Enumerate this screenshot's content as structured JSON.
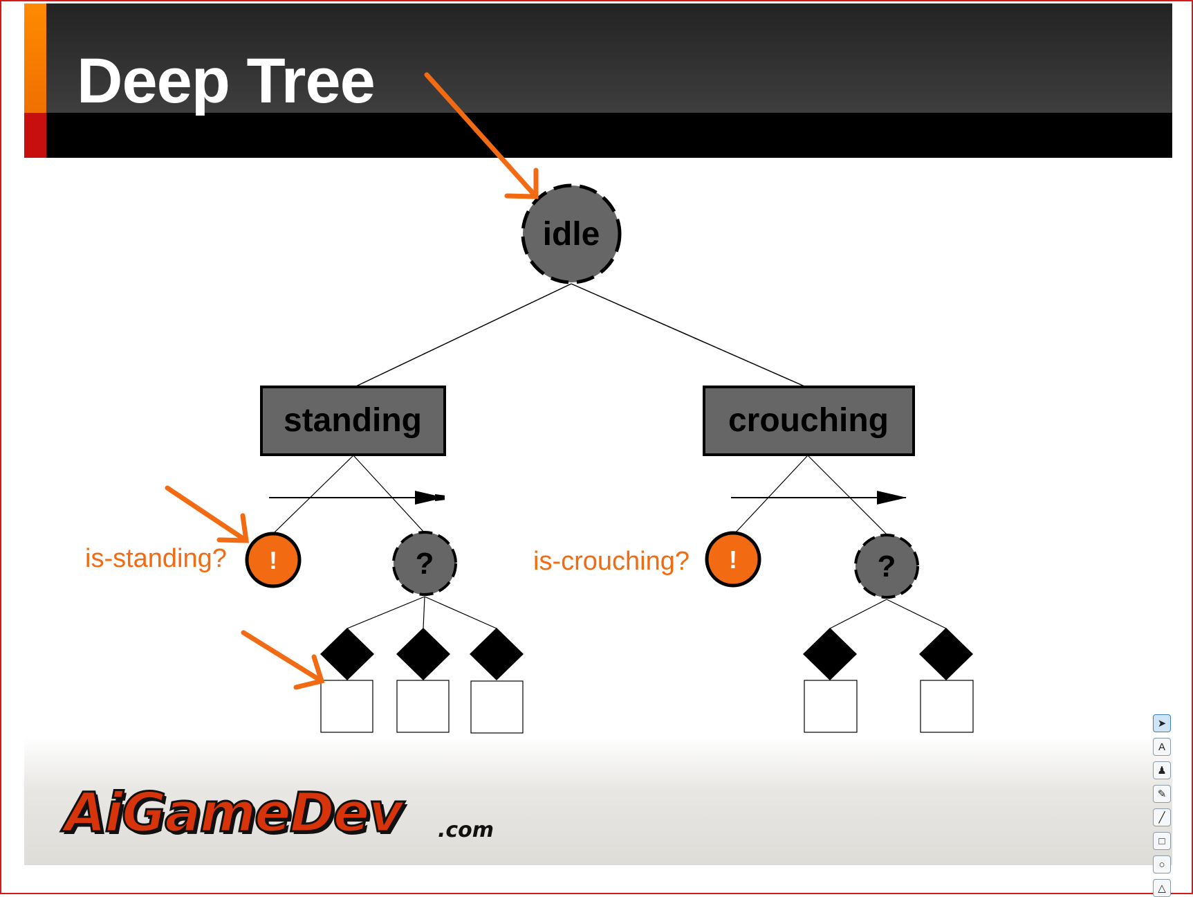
{
  "slide": {
    "title": "Deep Tree"
  },
  "tree": {
    "root_label": "idle",
    "left_child_label": "standing",
    "right_child_label": "crouching",
    "left_condition_symbol": "!",
    "left_selector_symbol": "?",
    "right_condition_symbol": "!",
    "right_selector_symbol": "?",
    "left_condition_label": "is-standing?",
    "right_condition_label": "is-crouching?"
  },
  "logo": {
    "main": "AiGameDev",
    "suffix": ".com"
  },
  "toolbar": {
    "tools": [
      {
        "icon": "pointer-icon",
        "glyph": "➤"
      },
      {
        "icon": "text-icon",
        "glyph": "A"
      },
      {
        "icon": "stamp-icon",
        "glyph": "♟"
      },
      {
        "icon": "pencil-icon",
        "glyph": "✎"
      },
      {
        "icon": "line-icon",
        "glyph": "╱"
      },
      {
        "icon": "rectangle-icon",
        "glyph": "□"
      },
      {
        "icon": "ellipse-icon",
        "glyph": "○"
      },
      {
        "icon": "triangle-icon",
        "glyph": "△"
      }
    ]
  },
  "colors": {
    "accent_orange": "#f26a12",
    "node_gray": "#666666",
    "frame_red": "#d41a1a"
  }
}
